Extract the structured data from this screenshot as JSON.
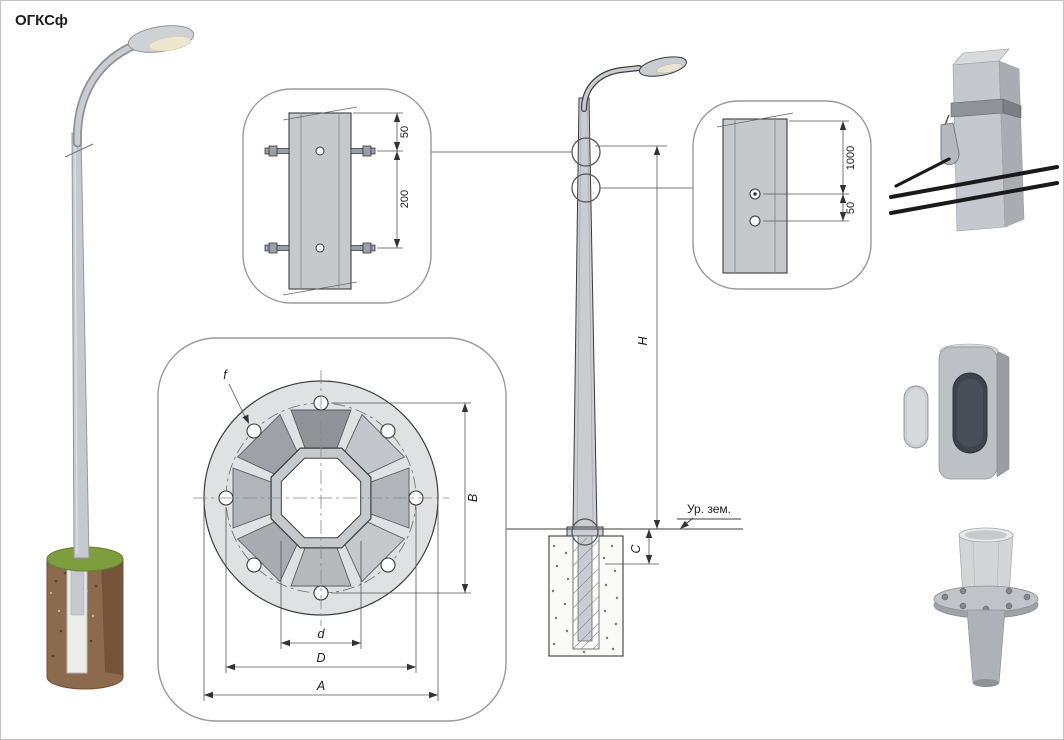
{
  "title": "ОГКСф",
  "detail_top_connection": {
    "offset_dim": "50",
    "spacing_dim": "200"
  },
  "detail_cable_holes": {
    "depth_dim": "1000",
    "offset_dim": "50"
  },
  "elevation": {
    "height_label": "H",
    "embed_label": "C",
    "ground_label": "Ур. зем."
  },
  "flange_detail": {
    "hole_label": "f",
    "bolt_span_label": "B",
    "inner_width_label": "d",
    "bolt_circle_label": "D",
    "outer_width_label": "A"
  },
  "colors": {
    "line": "#3c3c3c",
    "thin_line": "#5a5a5a",
    "pole_fill": "#c9ccd0",
    "callout_stroke": "#9a9a9a",
    "soil": "#8b6a4e",
    "grass": "#7e9d3f"
  }
}
